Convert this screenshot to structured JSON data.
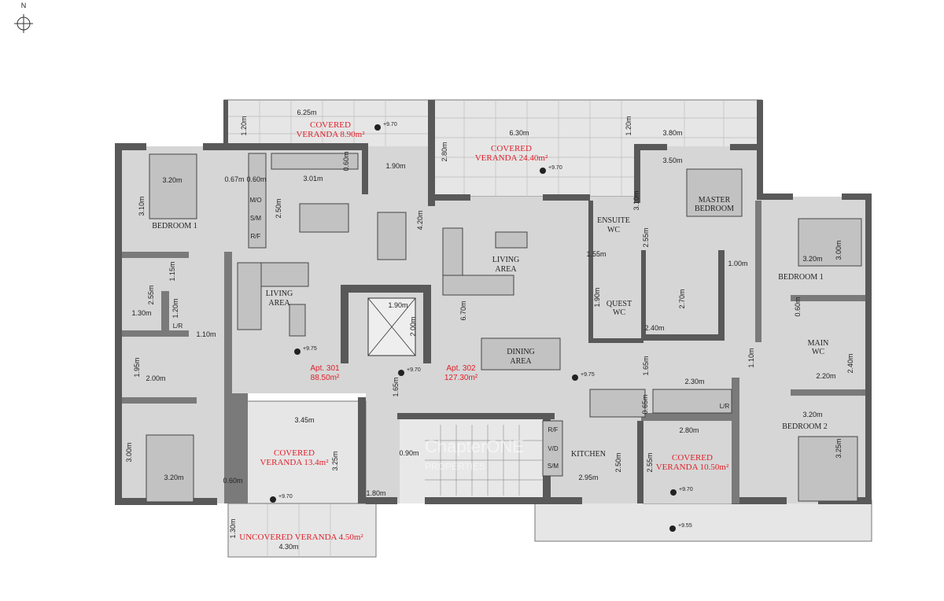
{
  "compass": {
    "label": "N"
  },
  "apartments": [
    {
      "name": "Apt. 301",
      "area": "88.50m²"
    },
    {
      "name": "Apt. 302",
      "area": "127.30m²"
    }
  ],
  "verandas": [
    {
      "line1": "COVERED",
      "line2": "VERANDA 8.90m²"
    },
    {
      "line1": "COVERED",
      "line2": "VERANDA 24.40m²"
    },
    {
      "line1": "COVERED",
      "line2": "VERANDA 13.4m²"
    },
    {
      "line1": "COVERED",
      "line2": "VERANDA 10.50m²"
    },
    {
      "line1": "UNCOVERED VERANDA 4.50m²"
    }
  ],
  "rooms": {
    "bedroom1_left": "BEDROOM 1",
    "living_left": [
      "LIVING",
      "AREA"
    ],
    "living_right": [
      "LIVING",
      "AREA"
    ],
    "dining": [
      "DINING",
      "AREA"
    ],
    "ensuite": [
      "ENSUITE",
      "WC"
    ],
    "master": [
      "MASTER",
      "BEDROOM"
    ],
    "guest": [
      "QUEST",
      "WC"
    ],
    "bedroom1_right": "BEDROOM 1",
    "main_wc": [
      "MAIN",
      "WC"
    ],
    "bedroom2": "BEDROOM 2",
    "kitchen": "KITCHEN"
  },
  "appliances": [
    "M/O",
    "S/M",
    "R/F",
    "L/R",
    "L/R",
    "R/F",
    "V/D",
    "S/M"
  ],
  "levels": [
    "+9.70",
    "+9.70",
    "+9.70",
    "+9.70",
    "+9.70",
    "+9.75",
    "+9.75",
    "+9.55"
  ],
  "dims": [
    "6.25m",
    "1.20m",
    "1.90m",
    "3.01m",
    "0.60m",
    "3.20m",
    "3.10m",
    "0.67m",
    "0.60m",
    "2.50m",
    "4.20m",
    "1.15m",
    "2.55m",
    "1.30m",
    "1.20m",
    "1.10m",
    "1.90m",
    "2.00m",
    "1.95m",
    "2.00m",
    "3.45m",
    "3.00m",
    "3.20m",
    "0.60m",
    "3.25m",
    "1.30m",
    "4.30m",
    "0.90m",
    "1.80m",
    "1.65m",
    "6.30m",
    "2.80m",
    "1.20m",
    "3.80m",
    "3.50m",
    "3.10m",
    "2.55m",
    "1.55m",
    "1.90m",
    "2.70m",
    "2.40m",
    "1.00m",
    "6.70m",
    "1.65m",
    "1.10m",
    "3.20m",
    "3.00m",
    "0.60m",
    "2.40m",
    "2.20m",
    "2.30m",
    "0.65m",
    "3.20m",
    "2.80m",
    "3.25m",
    "2.50m",
    "2.55m",
    "2.95m"
  ],
  "watermark": {
    "brand": "ChapterONE",
    "sub": "PROPERTIES"
  },
  "colors": {
    "wall": "#595959",
    "floor": "#d6d6d6",
    "veranda": "#e6e6e6",
    "label_red": "#e0202a"
  }
}
